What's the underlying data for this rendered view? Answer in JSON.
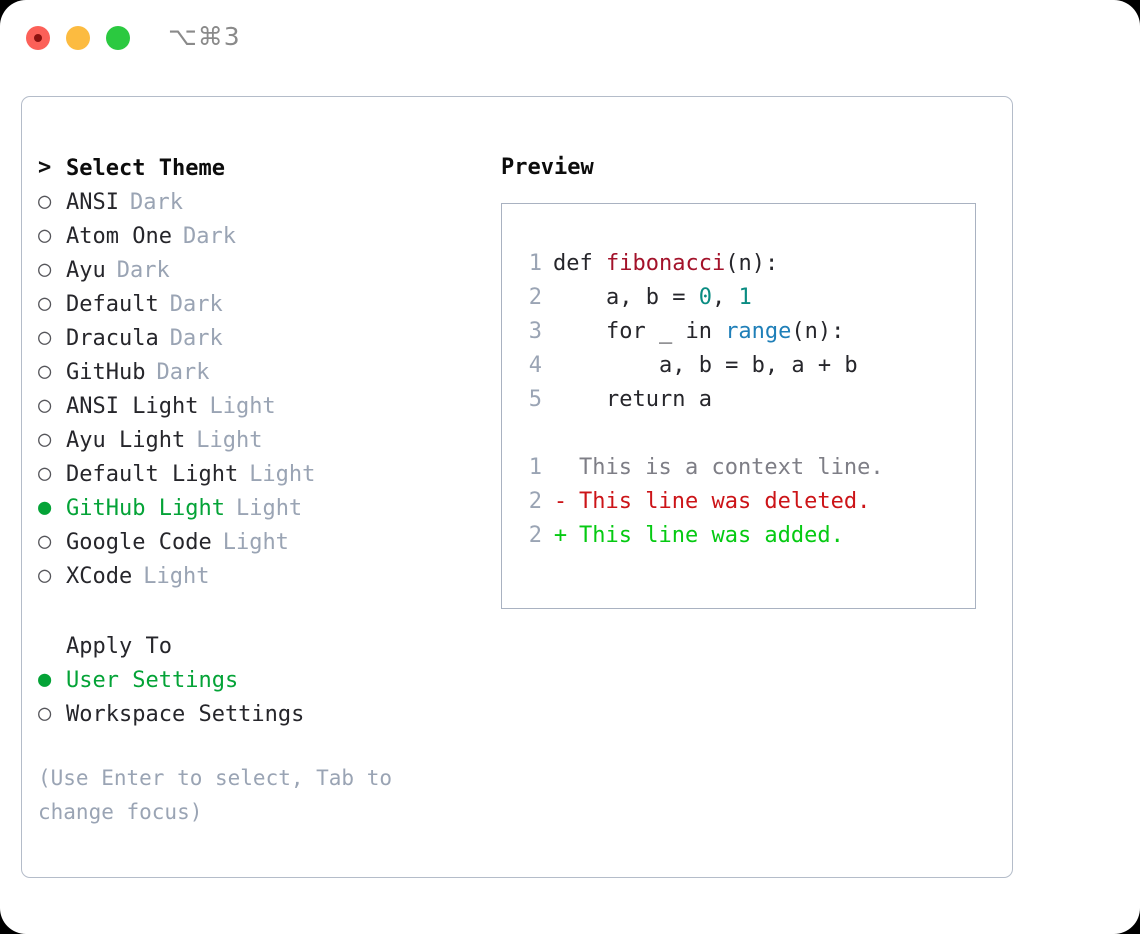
{
  "window": {
    "shortcut": "⌥⌘3",
    "traffic_lights": [
      "close",
      "minimize",
      "maximize"
    ],
    "colors": {
      "close": "#fc6058",
      "minimize": "#fcbb40",
      "maximize": "#2bc940",
      "panel_border": "#b4bcc9",
      "selection_green": "#04a337",
      "muted": "#9aa4b4"
    }
  },
  "theme_panel": {
    "header": {
      "marker": ">",
      "label": "Select Theme"
    },
    "items": [
      {
        "marker": "○",
        "label": "ANSI",
        "variant": "Dark",
        "selected": false
      },
      {
        "marker": "○",
        "label": "Atom One",
        "variant": "Dark",
        "selected": false
      },
      {
        "marker": "○",
        "label": "Ayu",
        "variant": "Dark",
        "selected": false
      },
      {
        "marker": "○",
        "label": "Default",
        "variant": "Dark",
        "selected": false
      },
      {
        "marker": "○",
        "label": "Dracula",
        "variant": "Dark",
        "selected": false
      },
      {
        "marker": "○",
        "label": "GitHub",
        "variant": "Dark",
        "selected": false
      },
      {
        "marker": "○",
        "label": "ANSI Light",
        "variant": "Light",
        "selected": false
      },
      {
        "marker": "○",
        "label": "Ayu Light",
        "variant": "Light",
        "selected": false
      },
      {
        "marker": "○",
        "label": "Default Light",
        "variant": "Light",
        "selected": false
      },
      {
        "marker": "●",
        "label": "GitHub Light",
        "variant": "Light",
        "selected": true
      },
      {
        "marker": "○",
        "label": "Google Code",
        "variant": "Light",
        "selected": false
      },
      {
        "marker": "○",
        "label": "XCode",
        "variant": "Light",
        "selected": false
      }
    ]
  },
  "apply_to": {
    "header": "Apply To",
    "items": [
      {
        "marker": "●",
        "label": "User Settings",
        "selected": true
      },
      {
        "marker": "○",
        "label": "Workspace Settings",
        "selected": false
      }
    ]
  },
  "hint": "(Use Enter to select, Tab to change focus)",
  "preview": {
    "title": "Preview",
    "code_lines": [
      {
        "no": "1",
        "segments": [
          {
            "text": "def ",
            "token": "plain"
          },
          {
            "text": "fibonacci",
            "token": "fn"
          },
          {
            "text": "(n):",
            "token": "plain"
          }
        ]
      },
      {
        "no": "2",
        "segments": [
          {
            "text": "    a, b = ",
            "token": "plain"
          },
          {
            "text": "0",
            "token": "num"
          },
          {
            "text": ", ",
            "token": "plain"
          },
          {
            "text": "1",
            "token": "num"
          }
        ]
      },
      {
        "no": "3",
        "segments": [
          {
            "text": "    for _ in ",
            "token": "plain"
          },
          {
            "text": "range",
            "token": "call"
          },
          {
            "text": "(n):",
            "token": "plain"
          }
        ]
      },
      {
        "no": "4",
        "segments": [
          {
            "text": "        a, b = b, a + b",
            "token": "plain"
          }
        ]
      },
      {
        "no": "5",
        "segments": [
          {
            "text": "    return a",
            "token": "plain"
          }
        ]
      }
    ],
    "diff_lines": [
      {
        "no": "1",
        "sign": " ",
        "text": "This is a context line.",
        "kind": "context"
      },
      {
        "no": "2",
        "sign": "-",
        "text": "This line was deleted.",
        "kind": "deleted"
      },
      {
        "no": "2",
        "sign": "+",
        "text": "This line was added.",
        "kind": "added"
      }
    ]
  }
}
